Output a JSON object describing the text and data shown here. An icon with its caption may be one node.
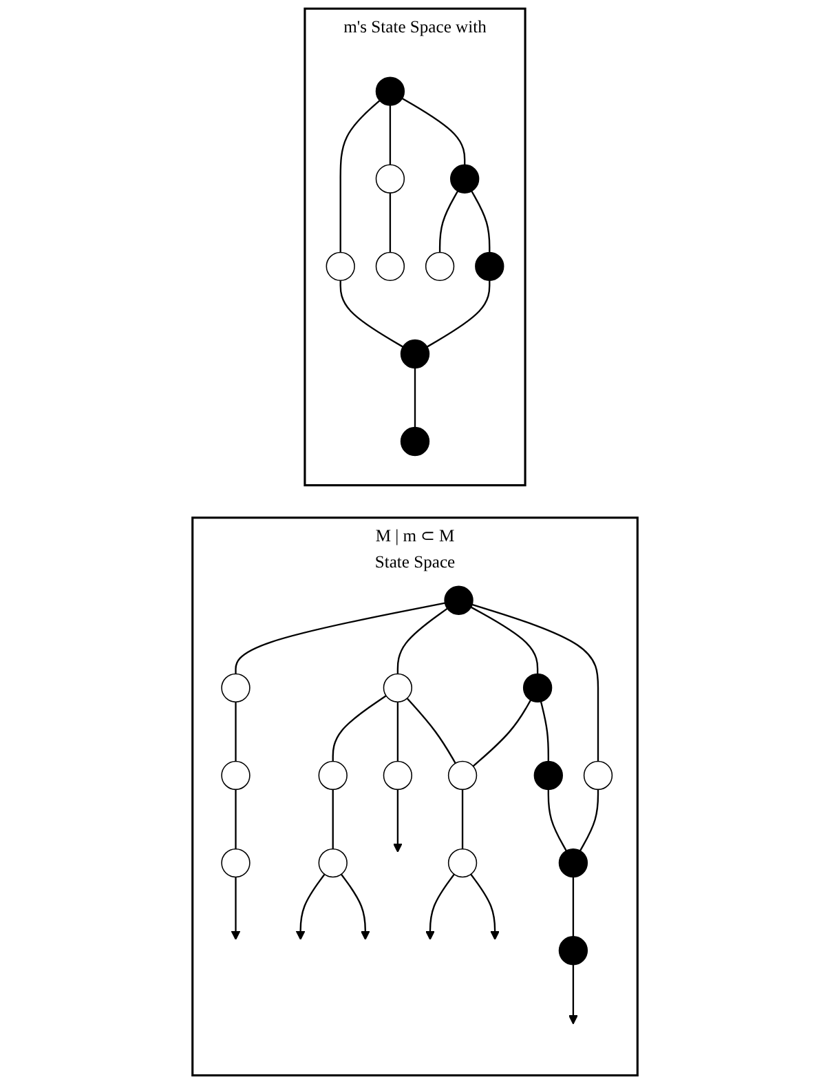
{
  "diagram": {
    "nodes": [
      {
        "text": [
          "m's State Space with"
        ]
      },
      {
        "text": [],
        "shape": "circle",
        "in": 0
      },
      {
        "text": [],
        "shape": "circle",
        "in": 0
      },
      {
        "text": [],
        "shape": "circle",
        "in": 0
      },
      {
        "text": [],
        "shape": "circle",
        "in": 0
      },
      {
        "text": [],
        "shape": "circle",
        "in": 0
      },
      {
        "text": [],
        "shape": "circle",
        "in": 0
      },
      {
        "text": [],
        "shape": "circle",
        "in": 0
      },
      {
        "text": [],
        "shape": "circle",
        "in": 0
      },
      {
        "text": [],
        "shape": "circle",
        "in": 0
      },
      {
        "text": [
          "M | m ⊂ M",
          "State Space"
        ]
      },
      {
        "text": [],
        "shape": "circle",
        "in": 10
      },
      {
        "text": [],
        "shape": "circle",
        "in": 10
      },
      {
        "text": [],
        "shape": "circle",
        "in": 10
      },
      {
        "text": [],
        "shape": "circle",
        "in": 10
      },
      {
        "text": [],
        "shape": "circle",
        "in": 10
      },
      {
        "text": [],
        "shape": "circle",
        "in": 10
      },
      {
        "text": [],
        "shape": "circle",
        "in": 10
      },
      {
        "text": [],
        "shape": "circle",
        "in": 10
      },
      {
        "text": [],
        "shape": "circle",
        "in": 10
      },
      {
        "text": [],
        "shape": "circle",
        "in": 10
      },
      {
        "text": [],
        "shape": "circle",
        "in": 10
      },
      {
        "text": [],
        "shape": "circle",
        "in": 10
      },
      {
        "text": [],
        "shape": "circle",
        "in": 10
      },
      {
        "text": [],
        "shape": "circle",
        "in": 10
      },
      {
        "text": [],
        "shape": "circle",
        "in": 10
      }
    ],
    "edges": [
      {
        "from": 1,
        "to": 2,
        "arrow": "none"
      },
      {
        "from": 1,
        "to": 3,
        "arrow": "none"
      },
      {
        "from": 1,
        "to": 4,
        "arrow": "none"
      },
      {
        "from": 2,
        "to": 5,
        "arrow": "none"
      },
      {
        "from": 3,
        "to": 6,
        "arrow": "none"
      },
      {
        "from": 3,
        "to": 7,
        "arrow": "none"
      },
      {
        "from": 4,
        "to": 8,
        "arrow": "none"
      },
      {
        "from": 7,
        "to": 8,
        "arrow": "none"
      },
      {
        "from": 8,
        "to": 9,
        "arrow": "none"
      },
      {
        "from": 11,
        "to": 12,
        "arrow": "none"
      },
      {
        "from": 11,
        "to": 13,
        "arrow": "none"
      },
      {
        "from": 11,
        "to": 14,
        "arrow": "none"
      },
      {
        "from": 11,
        "to": 15,
        "arrow": "none"
      },
      {
        "from": 12,
        "to": 16,
        "arrow": "none"
      },
      {
        "from": 13,
        "to": 17,
        "arrow": "none"
      },
      {
        "from": 13,
        "to": 23,
        "arrow": "none"
      },
      {
        "from": 13,
        "to": 18,
        "arrow": "none"
      },
      {
        "from": 14,
        "to": 18,
        "arrow": "none"
      },
      {
        "from": 14,
        "to": 19,
        "arrow": "none"
      },
      {
        "from": 15,
        "to": 20,
        "arrow": "none"
      },
      {
        "from": 19,
        "to": 20,
        "arrow": "none"
      },
      {
        "from": 16,
        "to": 21,
        "arrow": "none"
      },
      {
        "from": 17,
        "to": 22,
        "arrow": "none"
      },
      {
        "from": 18,
        "to": 24,
        "arrow": "none"
      },
      {
        "from": 20,
        "to": 25,
        "arrow": "none"
      },
      {
        "from": 21,
        "to": null,
        "arrow": "to"
      },
      {
        "from": 22,
        "to": null,
        "arrow": "to"
      },
      {
        "from": 22,
        "to": null,
        "arrow": "to"
      },
      {
        "from": 23,
        "to": null,
        "arrow": "to"
      },
      {
        "from": 24,
        "to": null,
        "arrow": "to"
      },
      {
        "from": 24,
        "to": null,
        "arrow": "to"
      },
      {
        "from": 25,
        "to": null,
        "arrow": "to"
      }
    ]
  }
}
